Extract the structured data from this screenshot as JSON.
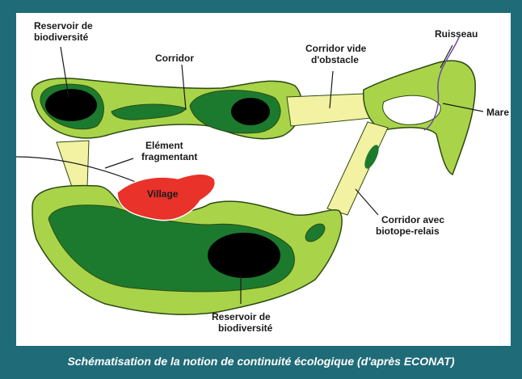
{
  "labels": {
    "reservoir_top": [
      "Reservoir de",
      "biodiversité"
    ],
    "corridor": "Corridor",
    "corridor_vide": [
      "Corridor vide",
      "d'obstacle"
    ],
    "ruisseau": "Ruisseau",
    "mare": "Mare",
    "element_fragmentant": [
      "Elément",
      "fragmentant"
    ],
    "village": "Village",
    "corridor_biotope": [
      "Corridor avec",
      "biotope-relais"
    ],
    "reservoir_bottom": [
      "Reservoir de",
      "biodiversité"
    ]
  },
  "caption": "Schématisation de la notion de continuité écologique (d'après ECONAT)",
  "colors": {
    "frame": "#1f6b78",
    "light_green": "#a9d44a",
    "dark_green": "#1c7a2e",
    "reservoir": "#000000",
    "corridor_yellow": "#f2f2a2",
    "village": "#e8322a"
  }
}
